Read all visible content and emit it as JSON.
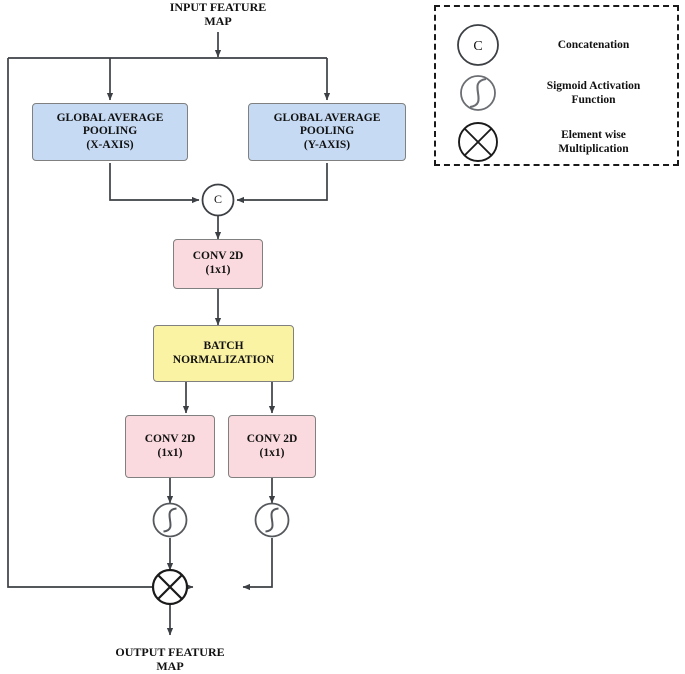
{
  "diagram": {
    "title_top": "INPUT FEATURE\nMAP",
    "title_bottom": "OUTPUT FEATURE\nMAP",
    "nodes": {
      "gap_x": "GLOBAL AVERAGE\nPOOLING\n(X-AXIS)",
      "gap_y": "GLOBAL AVERAGE\nPOOLING\n(Y-AXIS)",
      "concat_symbol": "C",
      "conv_top": "CONV 2D\n(1x1)",
      "batch_norm": "BATCH\nNORMALIZATION",
      "conv_left": "CONV 2D\n(1x1)",
      "conv_right": "CONV 2D\n(1x1)"
    },
    "colors": {
      "pooling_fill": "#c6daf3",
      "conv_fill": "#fadade",
      "batchnorm_fill": "#fbf3a4",
      "stroke": "#3c4044",
      "box_border": "#808080",
      "text": "#111111"
    }
  },
  "legend": {
    "items": [
      {
        "icon": "concatenation-circle-icon",
        "symbol": "C",
        "label": "Concatenation"
      },
      {
        "icon": "sigmoid-circle-icon",
        "symbol": "S",
        "label": "Sigmoid Activation\nFunction"
      },
      {
        "icon": "multiplication-circle-icon",
        "symbol": "X",
        "label": "Element wise\nMultiplication"
      }
    ]
  }
}
